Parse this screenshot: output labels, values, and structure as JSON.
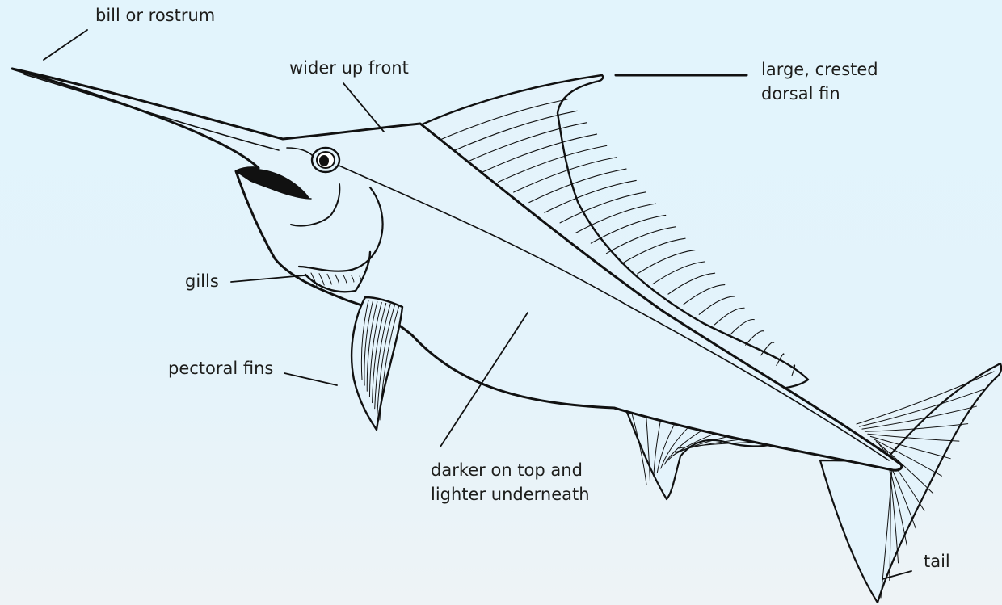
{
  "colors": {
    "background_top": "#e2f4fc",
    "background_bottom": "#eef3f6",
    "fish_fill": "#e4f3fb",
    "outline": "#111111"
  },
  "labels": {
    "bill": "bill or rostrum",
    "wider": "wider up front",
    "dorsal_line1": "large, crested",
    "dorsal_line2": "dorsal fin",
    "gills": "gills",
    "pectoral": "pectoral fins",
    "darker_line1": "darker on top and",
    "darker_line2": "lighter underneath",
    "tail": "tail"
  }
}
